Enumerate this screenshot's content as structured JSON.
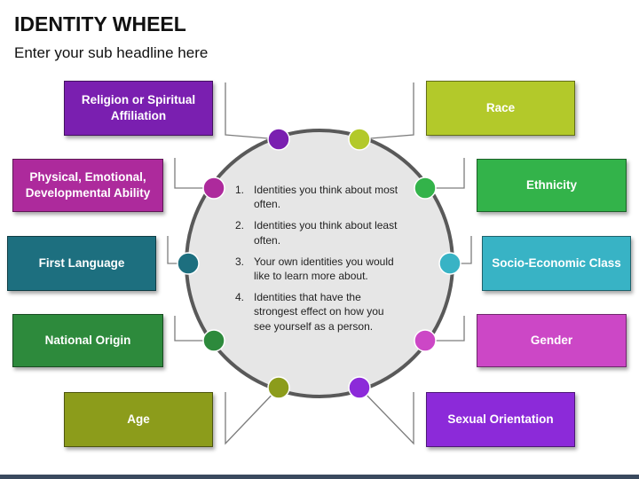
{
  "header": {
    "title": "IDENTITY WHEEL",
    "subtitle": "Enter your sub headline here"
  },
  "wheel": {
    "items": [
      {
        "num": "1.",
        "text": "Identities you think about most often."
      },
      {
        "num": "2.",
        "text": "Identities you think about least often."
      },
      {
        "num": "3.",
        "text": "Your own identities you would like to learn more about."
      },
      {
        "num": "4.",
        "text": "Identities that have the strongest effect on how you see yourself as a person."
      }
    ]
  },
  "boxes": [
    {
      "label": "Religion or Spiritual Affiliation",
      "color": "#7a1fb0"
    },
    {
      "label": "Physical, Emotional, Developmental Ability",
      "color": "#ad2a9c"
    },
    {
      "label": "First Language",
      "color": "#1d6f7f"
    },
    {
      "label": "National Origin",
      "color": "#2d8a3c"
    },
    {
      "label": "Age",
      "color": "#8c9c1b"
    },
    {
      "label": "Race",
      "color": "#b3c92a"
    },
    {
      "label": "Ethnicity",
      "color": "#33b34a"
    },
    {
      "label": "Socio-Economic Class",
      "color": "#38b3c5"
    },
    {
      "label": "Gender",
      "color": "#cc47c6"
    },
    {
      "label": "Sexual Orientation",
      "color": "#8c2ad9"
    }
  ]
}
